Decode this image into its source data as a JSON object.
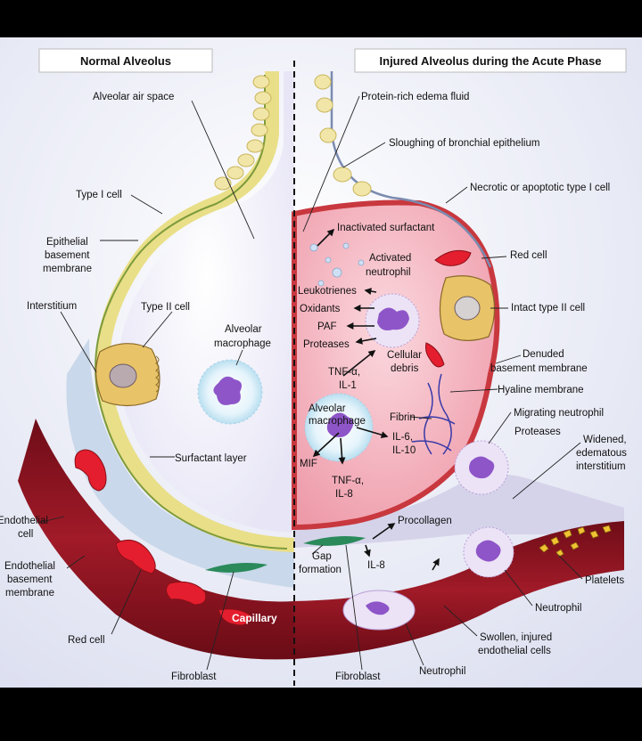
{
  "panels": {
    "normal_title": "Normal Alveolus",
    "injured_title": "Injured Alveolus during the Acute Phase"
  },
  "labels": {
    "alveolar_air_space": "Alveolar air space",
    "type1_cell": "Type I cell",
    "epithelial_bm_1": "Epithelial",
    "epithelial_bm_2": "basement",
    "epithelial_bm_3": "membrane",
    "interstitium": "Interstitium",
    "type2_cell": "Type II cell",
    "alv_macrophage_1": "Alveolar",
    "alv_macrophage_2": "macrophage",
    "surfactant_layer": "Surfactant layer",
    "endothelial_cell_1": "Endothelial",
    "endothelial_cell_2": "cell",
    "endothelial_bm_1": "Endothelial",
    "endothelial_bm_2": "basement",
    "endothelial_bm_3": "membrane",
    "red_cell_left": "Red cell",
    "capillary": "Capillary",
    "fibroblast_left": "Fibroblast",
    "protein_edema": "Protein-rich edema fluid",
    "sloughing": "Sloughing of bronchial epithelium",
    "necrotic": "Necrotic or apoptotic type I cell",
    "inactivated_surfactant": "Inactivated surfactant",
    "activated_neutrophil_1": "Activated",
    "activated_neutrophil_2": "neutrophil",
    "red_cell_right": "Red cell",
    "leukotrienes": "Leukotrienes",
    "oxidants": "Oxidants",
    "paf": "PAF",
    "proteases_left": "Proteases",
    "intact_type2": "Intact type II cell",
    "cellular_debris_1": "Cellular",
    "cellular_debris_2": "debris",
    "denuded_bm_1": "Denuded",
    "denuded_bm_2": "basement membrane",
    "tnf_il1_1": "TNF-α,",
    "tnf_il1_2": "IL-1",
    "hyaline": "Hyaline membrane",
    "alv_macro_r_1": "Alveolar",
    "alv_macro_r_2": "macrophage",
    "fibrin": "Fibrin",
    "migrating_neutrophil": "Migrating neutrophil",
    "proteases_right": "Proteases",
    "il6_il10_1": "IL-6,",
    "il6_il10_2": "IL-10",
    "widened_1": "Widened,",
    "widened_2": "edematous",
    "widened_3": "interstitium",
    "mif": "MIF",
    "tnf_il8_1": "TNF-α,",
    "tnf_il8_2": "IL-8",
    "procollagen": "Procollagen",
    "gap_1": "Gap",
    "gap_2": "formation",
    "il8": "IL-8",
    "platelets": "Platelets",
    "neutrophil_right": "Neutrophil",
    "swollen_1": "Swollen, injured",
    "swollen_2": "endothelial cells",
    "fibroblast_right": "Fibroblast",
    "neutrophil_bottom": "Neutrophil"
  },
  "colors": {
    "background": "#eef0f8",
    "alveolus": "#ffffff",
    "edema": "#f3b0bb",
    "epithelium": "#f2eaa0",
    "capillary": "#8c1420",
    "red_cell": "#d8182a",
    "macrophage": "#8e55c8",
    "type2": "#e9c368"
  }
}
